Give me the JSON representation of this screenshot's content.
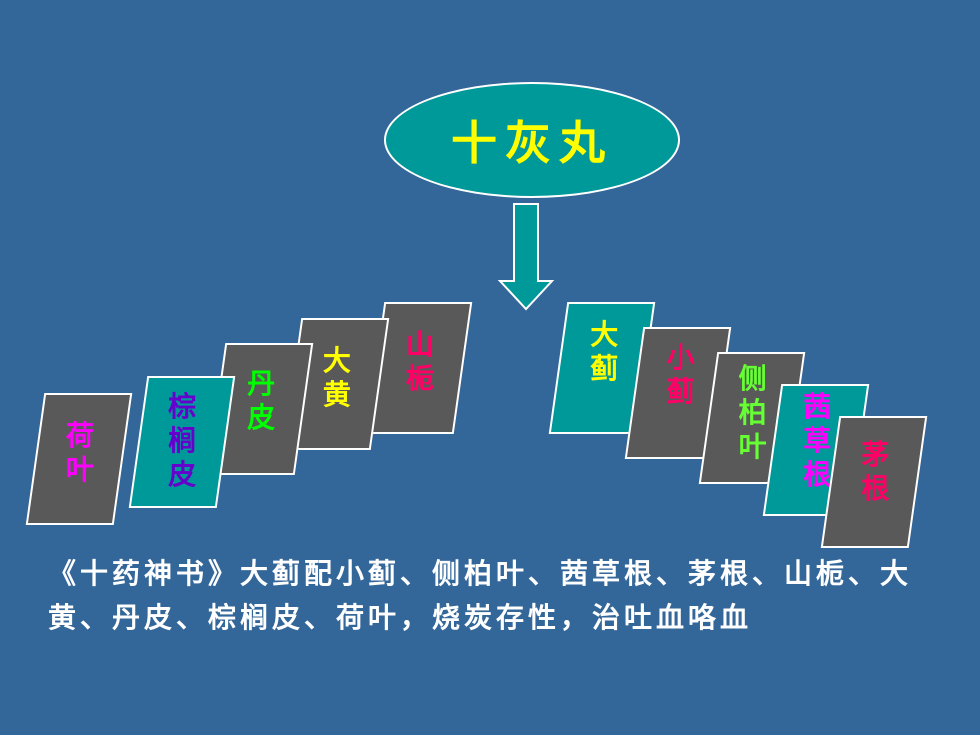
{
  "title": "十灰丸",
  "colors": {
    "background": "#336699",
    "ellipse_fill": "#009999",
    "card_gray": "#595959",
    "card_teal": "#009999",
    "border": "#ffffff"
  },
  "left_cards": [
    {
      "label": "山栀",
      "color": "#ff0066",
      "fill": "#595959"
    },
    {
      "label": "大黄",
      "color": "#ffff00",
      "fill": "#595959"
    },
    {
      "label": "丹皮",
      "color": "#00ff00",
      "fill": "#595959"
    },
    {
      "label": "棕榈皮",
      "color": "#6600cc",
      "fill": "#009999"
    },
    {
      "label": "荷叶",
      "color": "#ff00ff",
      "fill": "#595959"
    }
  ],
  "right_cards": [
    {
      "label": "大蓟",
      "color": "#ffff00",
      "fill": "#009999"
    },
    {
      "label": "小蓟",
      "color": "#ff0066",
      "fill": "#595959"
    },
    {
      "label": "侧柏叶",
      "color": "#66ff33",
      "fill": "#595959"
    },
    {
      "label": "茜草根",
      "color": "#ff00ff",
      "fill": "#009999"
    },
    {
      "label": "茅根",
      "color": "#ff0066",
      "fill": "#595959"
    }
  ],
  "caption": "《十药神书》大蓟配小蓟、侧柏叶、茜草根、茅根、山栀、大黄、丹皮、棕榈皮、荷叶，烧炭存性，治吐血咯血"
}
